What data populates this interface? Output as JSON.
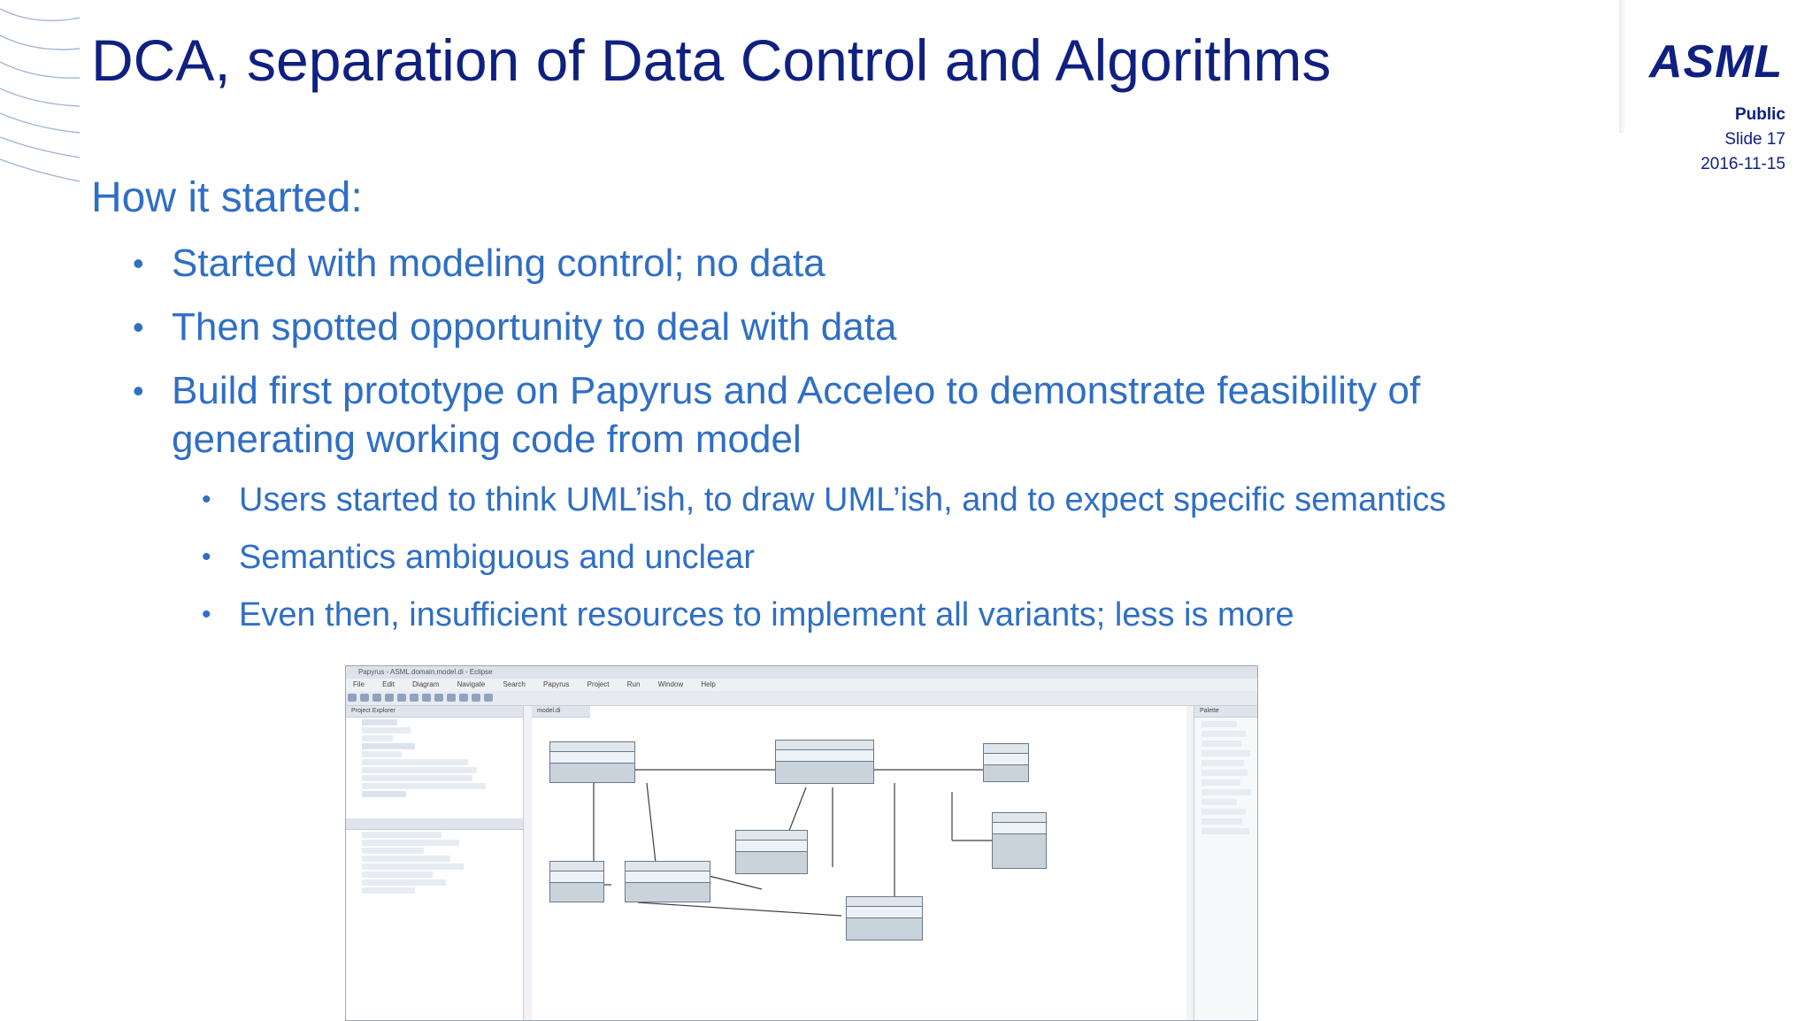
{
  "slide": {
    "title": "DCA, separation of Data Control and Algorithms",
    "logo": "ASML",
    "classification": "Public",
    "slide_number": "Slide 17",
    "date": "2016-11-15",
    "subtitle": "How it started:",
    "bullets": [
      "Started with modeling control; no data",
      "Then spotted opportunity to deal with data",
      "Build first prototype on Papyrus and Acceleo to demonstrate feasibility of generating working code from model"
    ],
    "sub_bullets": [
      "Users started to think UML’ish, to draw UML’ish, and to expect specific semantics",
      "Semantics ambiguous and unclear",
      "Even then, insufficient resources to implement all variants; less is more"
    ]
  },
  "screenshot": {
    "window_title": "Papyrus - ASML.domain.model.di - Eclipse",
    "menu": [
      "File",
      "Edit",
      "Diagram",
      "Navigate",
      "Search",
      "Papyrus",
      "Project",
      "Run",
      "Window",
      "Help"
    ],
    "left_pane_title": "Project Explorer",
    "canvas_tab": "model.di",
    "right_pane_title": "Palette"
  },
  "colors": {
    "title": "#0f2080",
    "body_text": "#2f6fc4",
    "background": "#ffffff"
  }
}
